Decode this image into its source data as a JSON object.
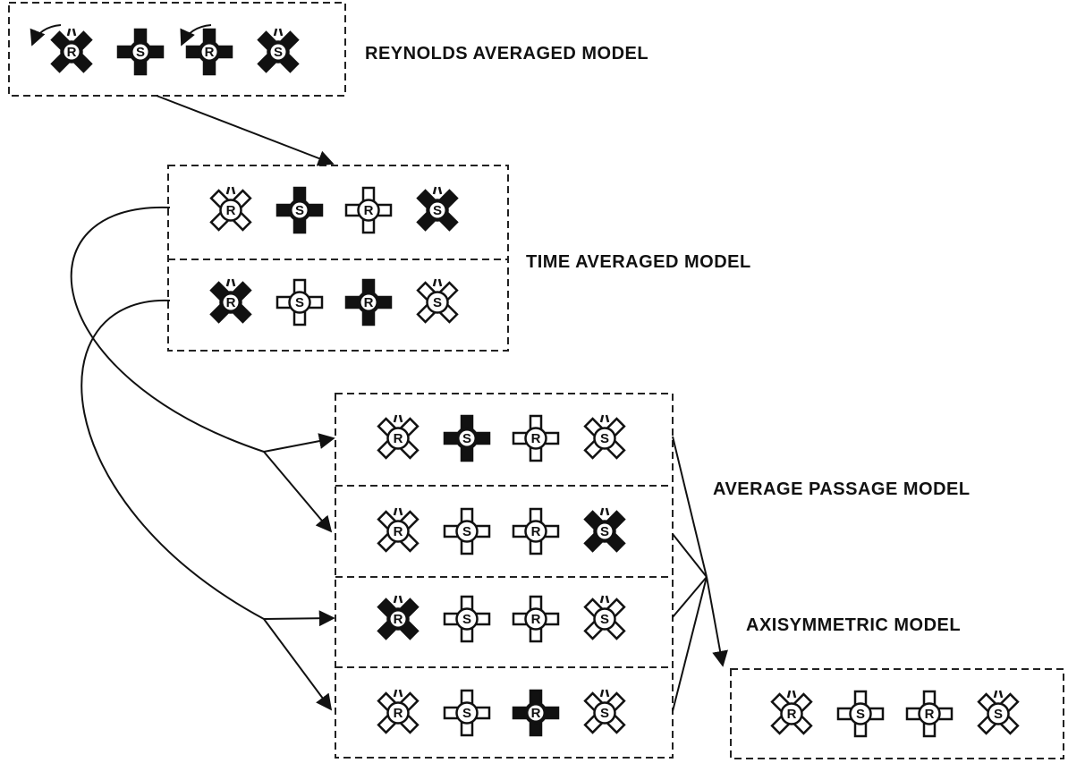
{
  "labels": {
    "reynolds": "REYNOLDS AVERAGED MODEL",
    "time": "TIME AVERAGED MODEL",
    "passage": "AVERAGE PASSAGE MODEL",
    "axisym": "AXISYMMETRIC MODEL"
  },
  "letters": {
    "rotor": "R",
    "stator": "S"
  },
  "rows": {
    "reynolds": [
      {
        "letter": "R",
        "shape": "x",
        "fill": "solid"
      },
      {
        "letter": "S",
        "shape": "plus",
        "fill": "solid"
      },
      {
        "letter": "R",
        "shape": "plus",
        "fill": "solid"
      },
      {
        "letter": "S",
        "shape": "x",
        "fill": "solid"
      }
    ],
    "time_1": [
      {
        "letter": "R",
        "shape": "x",
        "fill": "outline"
      },
      {
        "letter": "S",
        "shape": "plus",
        "fill": "solid"
      },
      {
        "letter": "R",
        "shape": "plus",
        "fill": "outline"
      },
      {
        "letter": "S",
        "shape": "x",
        "fill": "solid"
      }
    ],
    "time_2": [
      {
        "letter": "R",
        "shape": "x",
        "fill": "solid"
      },
      {
        "letter": "S",
        "shape": "plus",
        "fill": "outline"
      },
      {
        "letter": "R",
        "shape": "plus",
        "fill": "solid"
      },
      {
        "letter": "S",
        "shape": "x",
        "fill": "outline"
      }
    ],
    "passage_1": [
      {
        "letter": "R",
        "shape": "x",
        "fill": "outline"
      },
      {
        "letter": "S",
        "shape": "plus",
        "fill": "solid"
      },
      {
        "letter": "R",
        "shape": "plus",
        "fill": "outline"
      },
      {
        "letter": "S",
        "shape": "x",
        "fill": "outline"
      }
    ],
    "passage_2": [
      {
        "letter": "R",
        "shape": "x",
        "fill": "outline"
      },
      {
        "letter": "S",
        "shape": "plus",
        "fill": "outline"
      },
      {
        "letter": "R",
        "shape": "plus",
        "fill": "outline"
      },
      {
        "letter": "S",
        "shape": "x",
        "fill": "solid"
      }
    ],
    "passage_3": [
      {
        "letter": "R",
        "shape": "x",
        "fill": "solid"
      },
      {
        "letter": "S",
        "shape": "plus",
        "fill": "outline"
      },
      {
        "letter": "R",
        "shape": "plus",
        "fill": "outline"
      },
      {
        "letter": "S",
        "shape": "x",
        "fill": "outline"
      }
    ],
    "passage_4": [
      {
        "letter": "R",
        "shape": "x",
        "fill": "outline"
      },
      {
        "letter": "S",
        "shape": "plus",
        "fill": "outline"
      },
      {
        "letter": "R",
        "shape": "plus",
        "fill": "solid"
      },
      {
        "letter": "S",
        "shape": "x",
        "fill": "outline"
      }
    ],
    "axisym": [
      {
        "letter": "R",
        "shape": "x",
        "fill": "outline"
      },
      {
        "letter": "S",
        "shape": "plus",
        "fill": "outline"
      },
      {
        "letter": "R",
        "shape": "plus",
        "fill": "outline"
      },
      {
        "letter": "S",
        "shape": "x",
        "fill": "outline"
      }
    ]
  },
  "colors": {
    "ink": "#111111",
    "background": "#ffffff"
  }
}
